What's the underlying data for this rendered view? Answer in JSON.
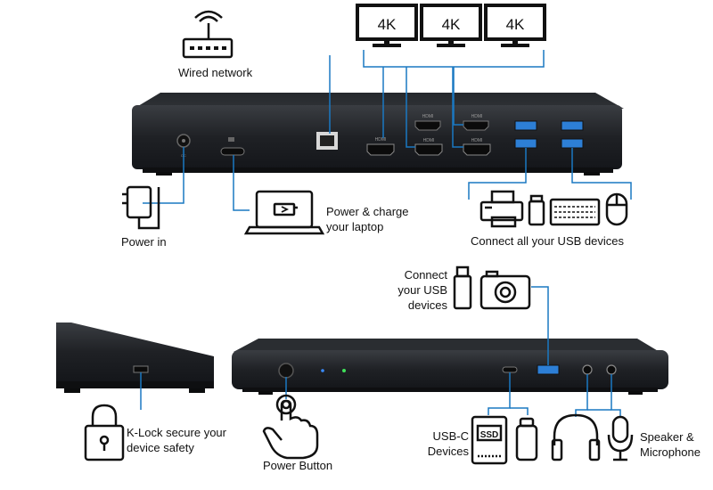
{
  "monitors": [
    {
      "label": "4K"
    },
    {
      "label": "4K"
    },
    {
      "label": "4K"
    }
  ],
  "rear": {
    "wired_network": "Wired network",
    "power_in": "Power in",
    "power_charge": "Power & charge your laptop",
    "usb_devices": "Connect all your USB devices",
    "port_labels": {
      "dc": "DC",
      "hdmi_left": "HDMI",
      "hdmi_upper_mid": "HDMI",
      "hdmi_lower_mid": "HDMI",
      "hdmi_upper_right": "HDMI",
      "hdmi_lower_right": "HDMI"
    }
  },
  "front": {
    "connect_usb": "Connect your USB devices",
    "klock": "K-Lock secure your device safety",
    "power_button": "Power Button",
    "usbc_devices": "USB-C Devices",
    "speaker_mic": "Speaker & Microphone",
    "ssd_label": "SSD"
  },
  "colors": {
    "connector_line": "#1a78c2",
    "device_body": "#23262a",
    "icon_stroke": "#111111",
    "usb_port": "#2d7fd6",
    "led_blue": "#3a8cff",
    "led_green": "#3fe05a"
  },
  "icons": [
    "router-icon",
    "power-adapter-icon",
    "laptop-charging-icon",
    "printer-icon",
    "usb-stick-icon",
    "keyboard-icon",
    "mouse-icon",
    "camera-icon",
    "padlock-icon",
    "hand-pointer-icon",
    "ssd-icon",
    "headphones-icon",
    "microphone-icon"
  ]
}
